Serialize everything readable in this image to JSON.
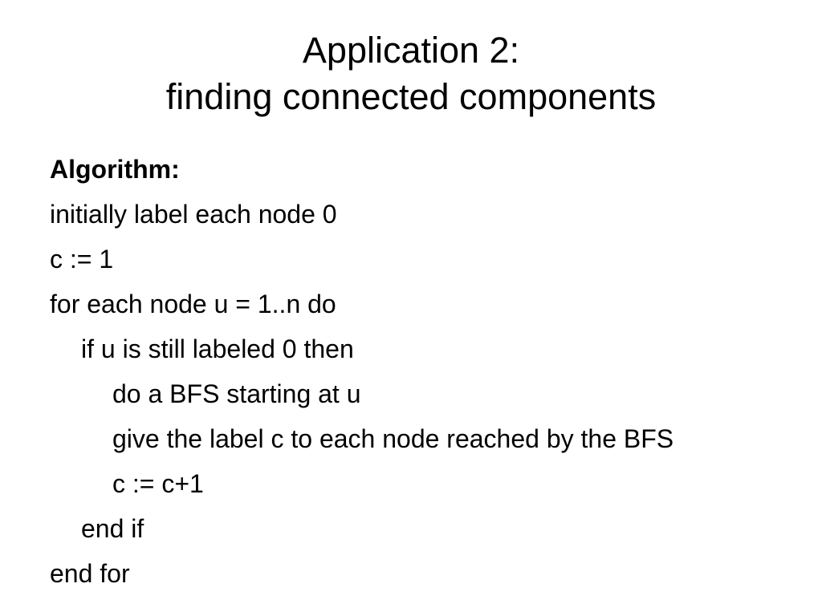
{
  "slide": {
    "title": {
      "line1": "Application 2:",
      "line2": "finding connected components"
    },
    "algorithm": {
      "heading": "Algorithm:",
      "lines": [
        "initially label each node 0",
        "c := 1",
        "for each node u = 1..n do",
        "if u is still labeled 0 then",
        "do a BFS starting at u",
        "give the label c to each node reached by the BFS",
        "c := c+1",
        "end if",
        "end for"
      ]
    }
  }
}
